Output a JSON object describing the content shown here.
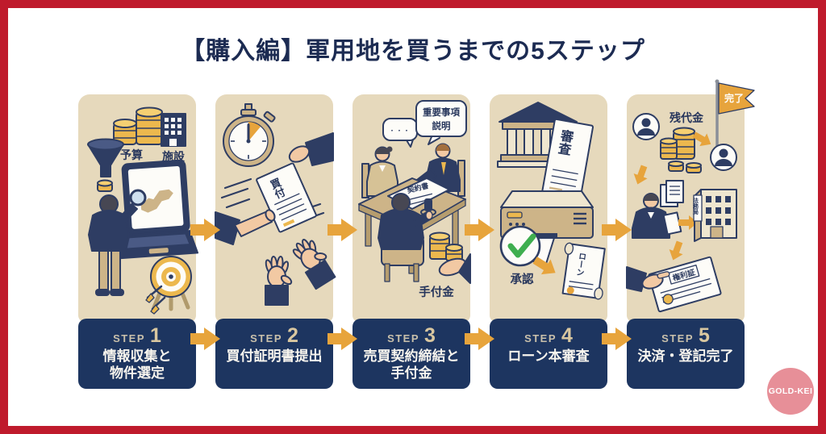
{
  "title": "【購入編】軍用地を買うまでの5ステップ",
  "steps": [
    {
      "step_word": "STEP",
      "number": "1",
      "lines": [
        "情報収集と",
        "物件選定"
      ]
    },
    {
      "step_word": "STEP",
      "number": "2",
      "lines": [
        "買付証明書提出"
      ]
    },
    {
      "step_word": "STEP",
      "number": "3",
      "lines": [
        "売買契約締結と",
        "手付金"
      ]
    },
    {
      "step_word": "STEP",
      "number": "4",
      "lines": [
        "ローン本審査"
      ]
    },
    {
      "step_word": "STEP",
      "number": "5",
      "lines": [
        "決済・登記完了"
      ]
    }
  ],
  "illus": {
    "step1": {
      "budget": "予算",
      "facility": "施設"
    },
    "step2": {
      "document": "買付"
    },
    "step3": {
      "dots": "・・・",
      "bubble_line1": "重要事項",
      "bubble_line2": "説明",
      "contract": "契約書",
      "deposit": "手付金"
    },
    "step4": {
      "screening": "審査",
      "approval": "承認",
      "loan": "ローン"
    },
    "step5": {
      "flag": "完了",
      "balance": "残代金",
      "bureau": "法務局",
      "deed": "権利証"
    }
  },
  "logo": {
    "text": "GOLD-KEI"
  },
  "colors": {
    "frame": "#bf1a2c",
    "panel_navy": "#1d3560",
    "panel_beige": "#e6d9bc",
    "arrow_gold": "#e7a43c",
    "logo_pink": "#e78f98",
    "title_navy": "#1c2b52"
  }
}
